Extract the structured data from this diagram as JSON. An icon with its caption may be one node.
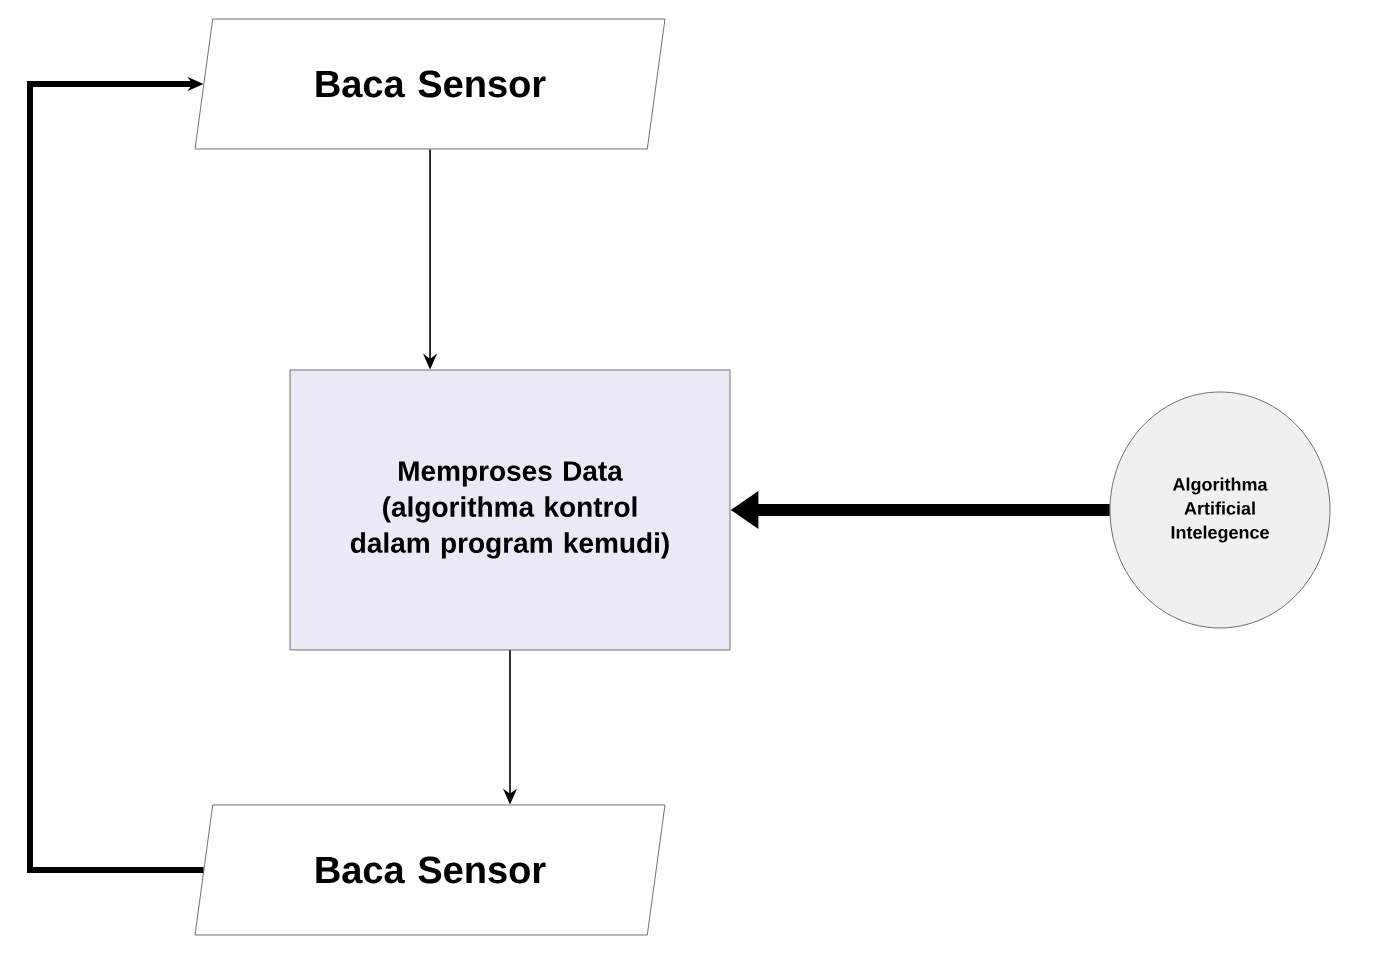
{
  "diagram": {
    "nodes": [
      {
        "text": [
          "Baca Sensor"
        ]
      },
      {
        "text": [
          "Memproses Data (algorithma kontrol dalam program kemudi)"
        ]
      },
      {
        "text": [
          "Baca Sensor"
        ]
      },
      {
        "text": [
          "Algorithma Artificial Intelegence"
        ]
      }
    ],
    "edges": [
      {
        "from": 0,
        "to": 1,
        "arrow": "to"
      },
      {
        "from": 1,
        "to": 2,
        "arrow": "to"
      },
      {
        "from": 3,
        "to": 1,
        "arrow": "to",
        "style": "thick"
      },
      {
        "from": 2,
        "to": 0,
        "arrow": "to",
        "style": "thick"
      }
    ]
  }
}
